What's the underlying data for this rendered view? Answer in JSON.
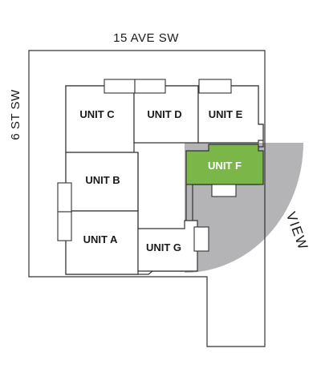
{
  "streets": {
    "north": "15 AVE SW",
    "west": "6 ST SW"
  },
  "view_label": "VIEW",
  "units": [
    {
      "id": "unit-c",
      "label": "UNIT C",
      "highlighted": false
    },
    {
      "id": "unit-d",
      "label": "UNIT D",
      "highlighted": false
    },
    {
      "id": "unit-e",
      "label": "UNIT E",
      "highlighted": false
    },
    {
      "id": "unit-f",
      "label": "UNIT F",
      "highlighted": true
    },
    {
      "id": "unit-b",
      "label": "UNIT B",
      "highlighted": false
    },
    {
      "id": "unit-a",
      "label": "UNIT A",
      "highlighted": false
    },
    {
      "id": "unit-g",
      "label": "UNIT G",
      "highlighted": false
    }
  ],
  "colors": {
    "highlight": "#7ab648",
    "view_cone": "#b4b4b7",
    "line": "#333333"
  }
}
